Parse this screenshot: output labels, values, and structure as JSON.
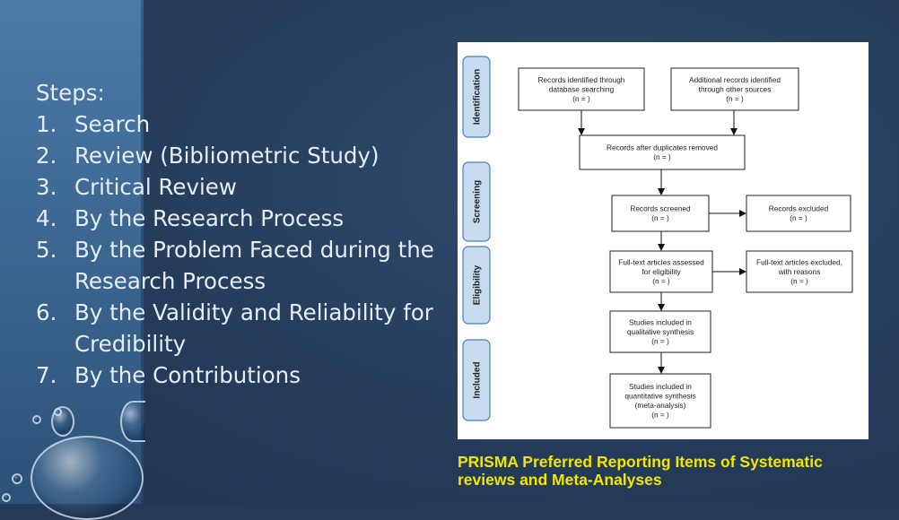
{
  "steps": {
    "title": "Steps:",
    "items": [
      {
        "num": "1.",
        "lines": [
          "Search"
        ]
      },
      {
        "num": "2.",
        "lines": [
          "Review (Bibliometric Study)"
        ]
      },
      {
        "num": "3.",
        "lines": [
          "Critical Review"
        ]
      },
      {
        "num": "4.",
        "lines": [
          "By the Research Process"
        ]
      },
      {
        "num": "5.",
        "lines": [
          "By the Problem Faced during the",
          "Research Process"
        ]
      },
      {
        "num": "6.",
        "lines": [
          "By the Validity and Reliability for",
          "Credibility"
        ]
      },
      {
        "num": "7.",
        "lines": [
          "By the Contributions"
        ]
      }
    ]
  },
  "prisma": {
    "stages": [
      "Identification",
      "Screening",
      "Eligibility",
      "Included"
    ],
    "boxes": {
      "identified_db": [
        "Records identified through",
        "database searching",
        "(n =  )"
      ],
      "identified_other": [
        "Additional records identified",
        "through other sources",
        "(n =  )"
      ],
      "after_duplicates": [
        "Records after duplicates removed",
        "(n =  )"
      ],
      "screened": [
        "Records screened",
        "(n =  )"
      ],
      "excluded": [
        "Records excluded",
        "(n =  )"
      ],
      "fulltext_assessed": [
        "Full-text articles assessed",
        "for eligibility",
        "(n =  )"
      ],
      "fulltext_excluded": [
        "Full-text articles excluded,",
        "with reasons",
        "(n =  )"
      ],
      "qualitative": [
        "Studies included in",
        "qualitative synthesis",
        "(n =  )"
      ],
      "quantitative": [
        "Studies included in",
        "quantitative synthesis",
        "(meta-analysis)",
        "(n =  )"
      ]
    }
  },
  "caption": [
    "PRISMA Preferred Reporting Items of Systematic",
    "reviews and Meta-Analyses"
  ],
  "colors": {
    "background": "#243a56",
    "strip": "#3c6893",
    "stage_fill": "#c6dbf0",
    "caption": "#f2e600",
    "text": "#e6edf5"
  }
}
